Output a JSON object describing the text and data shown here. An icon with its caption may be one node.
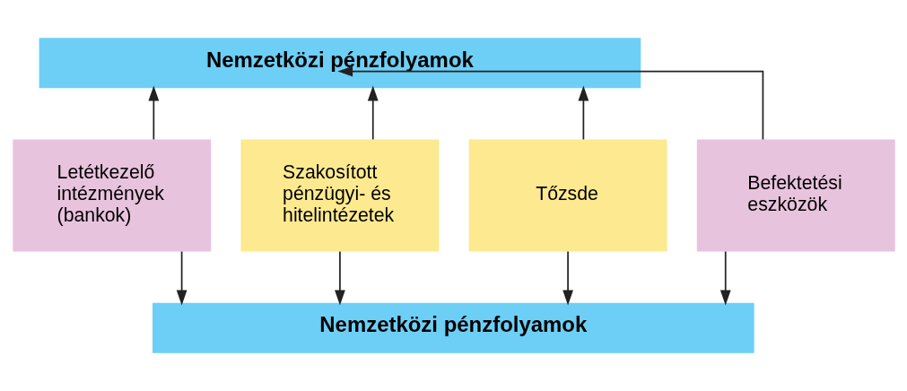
{
  "diagram": {
    "nodes": [
      {
        "text": [
          "Nemzetközi pénzfolyamok"
        ]
      },
      {
        "text": [
          "Letétkezelő intézmények (bankok)"
        ]
      },
      {
        "text": [
          "Szakosított pénzügyi- és hitelintézetek"
        ]
      },
      {
        "text": [
          "Tőzsde"
        ]
      },
      {
        "text": [
          "Befektetési eszközök"
        ]
      },
      {
        "text": [
          "Nemzetközi pénzfolyamok"
        ]
      }
    ],
    "edges": [
      {
        "from": 1,
        "to": 0,
        "arrow": "to"
      },
      {
        "from": 2,
        "to": 0,
        "arrow": "to"
      },
      {
        "from": 3,
        "to": 0,
        "arrow": "to"
      },
      {
        "from": 4,
        "to": 0,
        "arrow": "to"
      },
      {
        "from": 1,
        "to": 5,
        "arrow": "to"
      },
      {
        "from": 2,
        "to": 5,
        "arrow": "to"
      },
      {
        "from": 3,
        "to": 5,
        "arrow": "to"
      },
      {
        "from": 4,
        "to": 5,
        "arrow": "to"
      }
    ]
  }
}
